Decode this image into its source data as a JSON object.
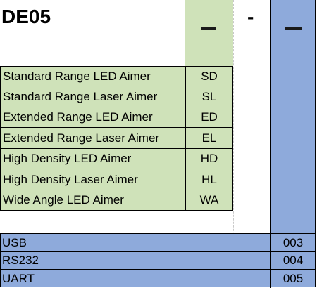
{
  "header": {
    "model": "DE05",
    "separator": "-"
  },
  "aimer_options": [
    {
      "label": "Standard Range LED Aimer",
      "code": "SD"
    },
    {
      "label": "Standard Range Laser Aimer",
      "code": "SL"
    },
    {
      "label": "Extended Range LED Aimer",
      "code": "ED"
    },
    {
      "label": "Extended Range Laser Aimer",
      "code": "EL"
    },
    {
      "label": "High Density LED Aimer",
      "code": "HD"
    },
    {
      "label": "High Density Laser Aimer",
      "code": "HL"
    },
    {
      "label": "Wide Angle LED Aimer",
      "code": "WA"
    }
  ],
  "interface_options": [
    {
      "label": "USB",
      "code": "003"
    },
    {
      "label": "RS232",
      "code": "004"
    },
    {
      "label": "UART",
      "code": "005"
    }
  ],
  "colors": {
    "aimer_fill": "#cfe2b9",
    "interface_fill": "#8eaadb"
  }
}
